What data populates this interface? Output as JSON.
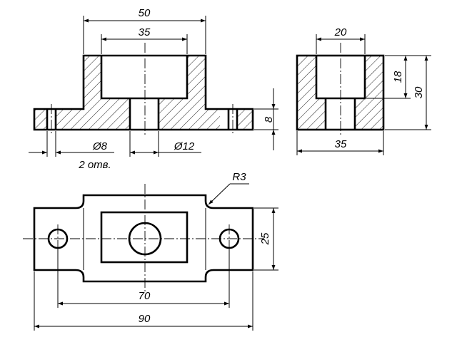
{
  "drawing": {
    "dims": {
      "top_width_outer": "50",
      "top_width_inner": "35",
      "flange_height": "8",
      "hole_small": "Ø8",
      "hole_center": "Ø12",
      "hole_note": "2 отв.",
      "side_width_inner": "20",
      "side_height_inner": "18",
      "side_height_total": "30",
      "side_width_total": "35",
      "plan_radius": "R3",
      "plan_height": "25",
      "plan_hole_spacing": "70",
      "plan_total_length": "90"
    },
    "colors": {
      "line": "#000000",
      "background": "#ffffff"
    }
  }
}
